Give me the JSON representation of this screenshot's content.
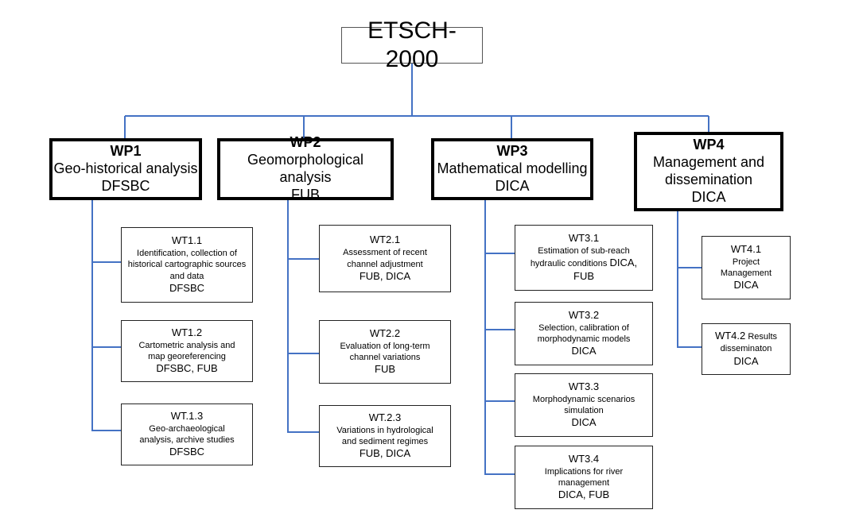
{
  "root": {
    "title": "ETSCH-2000"
  },
  "colors": {
    "connector": "#4472c4",
    "border": "#000000"
  },
  "wp1": {
    "code": "WP1",
    "title": "Geo-historical analysis",
    "partners": "DFSBC",
    "tasks": [
      {
        "code": "WT1.1",
        "desc": "Identification, collection of historical cartographic sources and data",
        "partners": "DFSBC"
      },
      {
        "code": "WT1.2",
        "desc": "Cartometric analysis and map georeferencing",
        "partners": "DFSBC, FUB"
      },
      {
        "code": "WT.1.3",
        "desc": "Geo-archaeological analysis, archive studies",
        "partners": "DFSBC"
      }
    ]
  },
  "wp2": {
    "code": "WP2",
    "title": "Geomorphological analysis",
    "partners": "FUB",
    "tasks": [
      {
        "code": "WT2.1",
        "desc": "Assessment of recent channel adjustment",
        "partners": "FUB, DICA"
      },
      {
        "code": "WT2.2",
        "desc": "Evaluation of long-term channel variations",
        "partners": "FUB"
      },
      {
        "code": "WT.2.3",
        "desc": "Variations in hydrological and sediment regimes",
        "partners": "FUB, DICA"
      }
    ]
  },
  "wp3": {
    "code": "WP3",
    "title": "Mathematical modelling",
    "partners": "DICA",
    "tasks": [
      {
        "code": "WT3.1",
        "desc": "Estimation of sub-reach hydraulic conditions",
        "partners_inline": "DICA,",
        "partners": "FUB"
      },
      {
        "code": "WT3.2",
        "desc": "Selection, calibration of morphodynamic models",
        "partners": "DICA"
      },
      {
        "code": "WT3.3",
        "desc": "Morphodynamic scenarios simulation",
        "partners": "DICA"
      },
      {
        "code": "WT3.4",
        "desc": "Implications for river management",
        "partners": "DICA, FUB"
      }
    ]
  },
  "wp4": {
    "code": "WP4",
    "title_line1": "Management and",
    "title_line2": "dissemination",
    "partners": "DICA",
    "tasks": [
      {
        "code": "WT4.1",
        "desc": "Project Management",
        "partners": "DICA"
      },
      {
        "code": "WT4.2",
        "desc_inline": "Results",
        "desc": "disseminaton",
        "partners": "DICA"
      }
    ]
  }
}
